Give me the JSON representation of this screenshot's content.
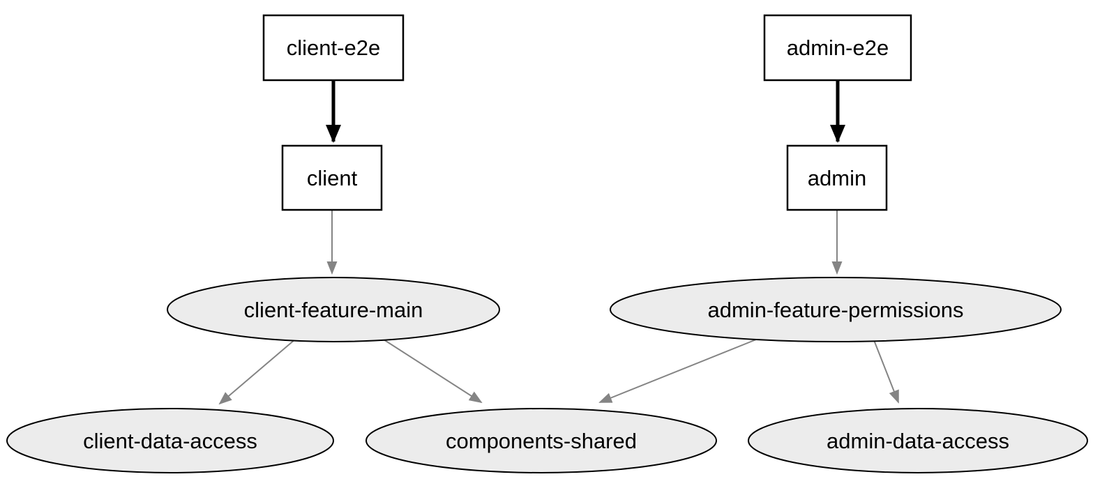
{
  "graph": {
    "type": "dependency-diagram",
    "colors": {
      "background": "#ffffff",
      "box_fill": "#ffffff",
      "ellipse_fill": "#ececec",
      "node_stroke": "#000000",
      "edge_strong": "#000000",
      "edge_normal": "#848484",
      "text": "#000000"
    },
    "nodes": {
      "client_e2e": {
        "label": "client-e2e",
        "shape": "rect"
      },
      "admin_e2e": {
        "label": "admin-e2e",
        "shape": "rect"
      },
      "client": {
        "label": "client",
        "shape": "rect"
      },
      "admin": {
        "label": "admin",
        "shape": "rect"
      },
      "client_feature_main": {
        "label": "client-feature-main",
        "shape": "ellipse"
      },
      "admin_feature_permissions": {
        "label": "admin-feature-permissions",
        "shape": "ellipse"
      },
      "client_data_access": {
        "label": "client-data-access",
        "shape": "ellipse"
      },
      "components_shared": {
        "label": "components-shared",
        "shape": "ellipse"
      },
      "admin_data_access": {
        "label": "admin-data-access",
        "shape": "ellipse"
      }
    },
    "edges": [
      {
        "from": "client-e2e",
        "to": "client",
        "type": "strong"
      },
      {
        "from": "admin-e2e",
        "to": "admin",
        "type": "strong"
      },
      {
        "from": "client",
        "to": "client-feature-main",
        "type": "normal"
      },
      {
        "from": "admin",
        "to": "admin-feature-permissions",
        "type": "normal"
      },
      {
        "from": "client-feature-main",
        "to": "client-data-access",
        "type": "normal"
      },
      {
        "from": "client-feature-main",
        "to": "components-shared",
        "type": "normal"
      },
      {
        "from": "admin-feature-permissions",
        "to": "components-shared",
        "type": "normal"
      },
      {
        "from": "admin-feature-permissions",
        "to": "admin-data-access",
        "type": "normal"
      }
    ]
  }
}
